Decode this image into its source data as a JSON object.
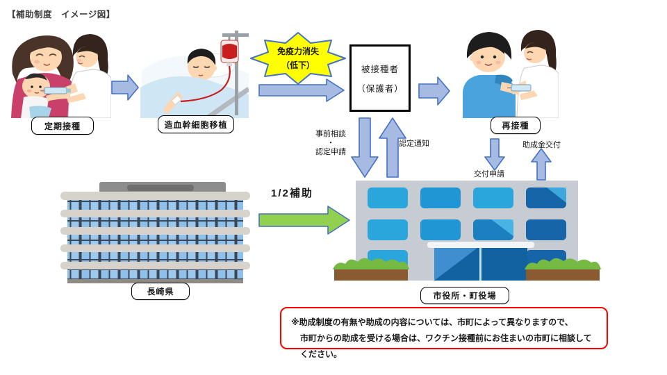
{
  "title": "【補助制度　イメージ図】",
  "flow": {
    "step1_label": "定期接種",
    "step2_label": "造血幹細胞移植",
    "burst_line1": "免疫力消失",
    "burst_line2": "（低下）",
    "recipient_line1": "被接種者",
    "recipient_line2": "（保護者）",
    "step3_label": "再接種"
  },
  "procedures": {
    "pre_consult_line1": "事前相談",
    "pre_consult_separator": "・",
    "pre_consult_line2": "認定申請",
    "certification_notice": "認定通知",
    "grant_application": "交付申請",
    "grant_payment": "助成金交付"
  },
  "subsidy": {
    "prefecture_label": "長崎県",
    "municipality_label": "市役所・町役場",
    "rate_label": "1/2補助"
  },
  "note": {
    "line1": "※助成制度の有無や助成の内容については、市町によって異なりますので、",
    "line2": "市町からの助成を受ける場合は、ワクチン接種前にお住まいの市町に相談してください。"
  },
  "colors": {
    "arrow_fill": "#a7bae2",
    "arrow_stroke": "#4472c4",
    "green_fill": "#92d050",
    "burst_fill": "#ffff00",
    "note_border": "#ff0000"
  }
}
